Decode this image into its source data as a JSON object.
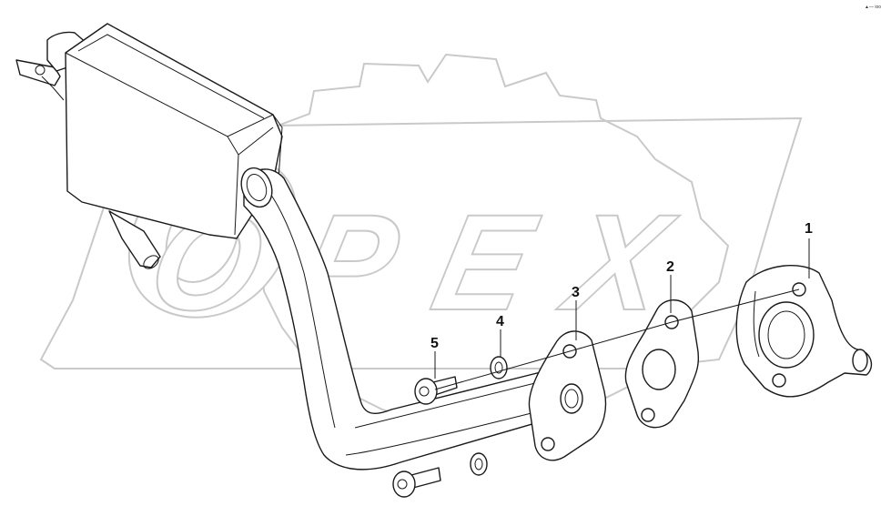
{
  "watermark": {
    "text": "OPEX",
    "color": "#c9c9c9"
  },
  "corner_mark": "▲— ioo",
  "callouts": [
    {
      "id": "1",
      "part": "flange-housing"
    },
    {
      "id": "2",
      "part": "gasket"
    },
    {
      "id": "3",
      "part": "pipe-flange"
    },
    {
      "id": "4",
      "part": "washer"
    },
    {
      "id": "5",
      "part": "bolt"
    }
  ],
  "colors": {
    "line": "#1a1a1a",
    "watermark": "#c9c9c9",
    "background": "#ffffff"
  }
}
